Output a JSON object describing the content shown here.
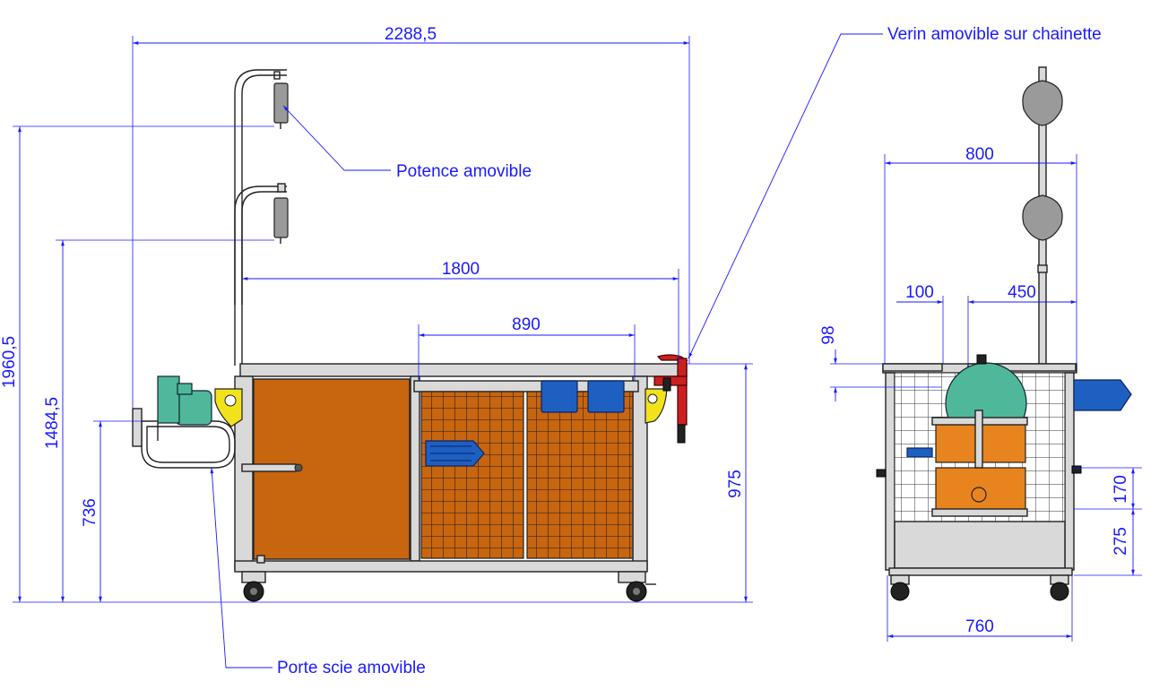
{
  "dimensions": {
    "overall_length": "2288,5",
    "table_length": "1800",
    "grid_width": "890",
    "table_height": "975",
    "max_height": "1960,5",
    "hook_height": "1484,5",
    "saw_height": "736",
    "side_width": "800",
    "side_offset_1": "100",
    "side_offset_2": "450",
    "top_thickness": "98",
    "drawer_gap": "170",
    "drawer_bottom": "275",
    "base_width": "760"
  },
  "labels": {
    "jack": "Verin amovible sur chainette",
    "gantry": "Potence amovible",
    "saw_holder": "Porte scie amovible"
  },
  "colors": {
    "dimension": "#1a1aff",
    "panel": "#c8650f",
    "drawer": "#e8841e",
    "motor": "#4fb89a",
    "bracket": "#f2e21c",
    "accent_blue": "#1e5fc2",
    "clamp": "#cc2020"
  }
}
